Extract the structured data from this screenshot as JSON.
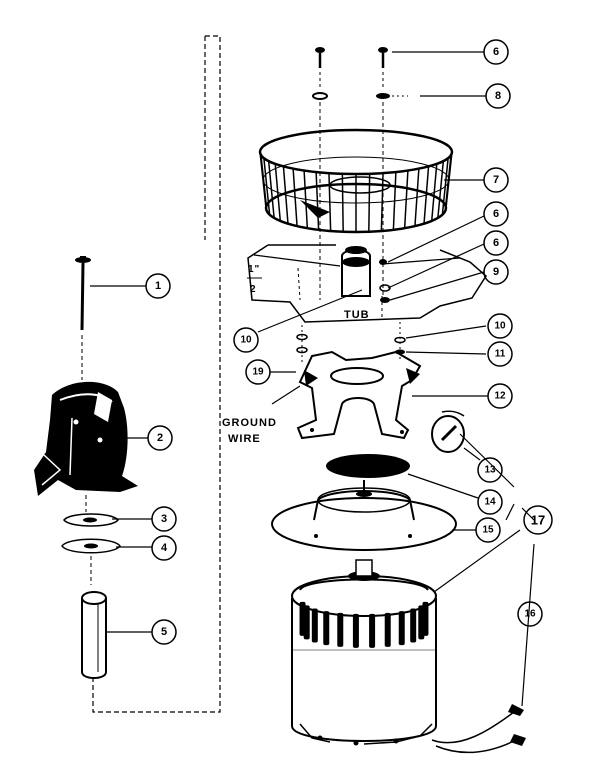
{
  "callouts": {
    "c1": "1",
    "c2": "2",
    "c3": "3",
    "c4": "4",
    "c5": "5",
    "c6a": "6",
    "c6b": "6",
    "c6c": "6",
    "c7": "7",
    "c8": "8",
    "c9": "9",
    "c10a": "10",
    "c10b": "10",
    "c11": "11",
    "c12": "12",
    "c13": "13",
    "c14": "14",
    "c15": "15",
    "c16": "16",
    "c17": "17",
    "c19": "19"
  },
  "labels": {
    "tub": "TUB",
    "ground_line1": "GROUND",
    "ground_line2": "WIRE",
    "dim_top": "1\"",
    "dim_bottom": "2"
  }
}
